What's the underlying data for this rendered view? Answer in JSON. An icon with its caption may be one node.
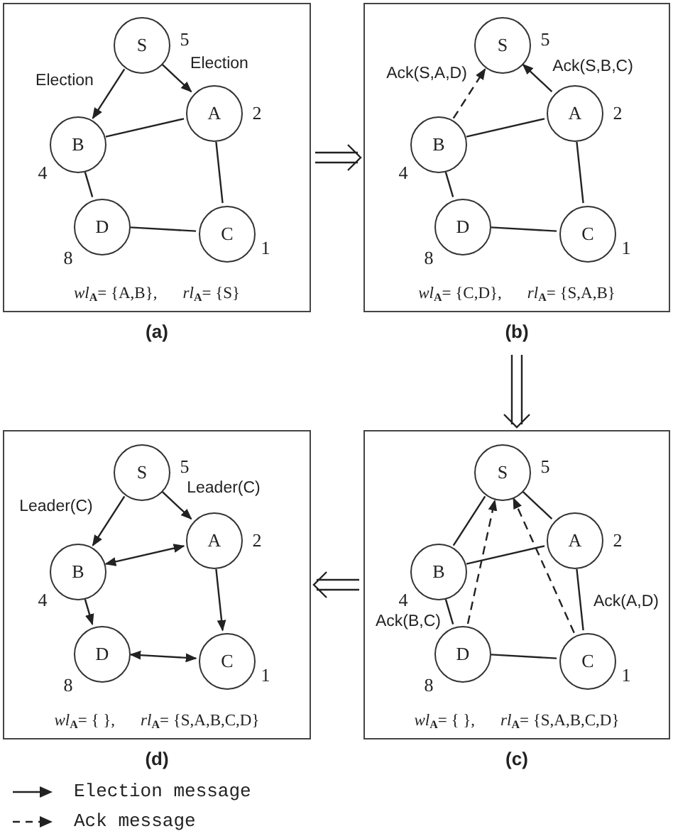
{
  "diagram": {
    "nodes": [
      {
        "text": [
          "*wl*$_{A}$= {A,B},",
          "*rl*$_{A}$= {S}"
        ],
        "beside": [
          "(a)"
        ]
      },
      {
        "text": [
          "S"
        ],
        "in": 0,
        "beside": [
          "5"
        ]
      },
      {
        "text": [
          "A"
        ],
        "in": 0,
        "beside": [
          "2"
        ]
      },
      {
        "text": [
          "B"
        ],
        "in": 0,
        "beside": [
          "4"
        ]
      },
      {
        "text": [
          "D"
        ],
        "in": 0,
        "beside": [
          "8"
        ]
      },
      {
        "text": [
          "C"
        ],
        "in": 0,
        "beside": [
          "1"
        ]
      },
      {
        "text": [
          "*wl*$_{A}$= {C,D},",
          "*rl*$_{A}$= {S,A,B}"
        ],
        "beside": [
          "(b)"
        ]
      },
      {
        "text": [
          "S"
        ],
        "in": 6,
        "beside": [
          "5"
        ]
      },
      {
        "text": [
          "A"
        ],
        "in": 6,
        "beside": [
          "2"
        ]
      },
      {
        "text": [
          "B"
        ],
        "in": 6,
        "beside": [
          "4"
        ]
      },
      {
        "text": [
          "D"
        ],
        "in": 6,
        "beside": [
          "8"
        ]
      },
      {
        "text": [
          "C"
        ],
        "in": 6,
        "beside": [
          "1"
        ]
      },
      {
        "text": [
          "*wl*$_{A}$= { },",
          "*rl*$_{A}$= {S,A,B,C,D}"
        ],
        "beside": [
          "(d)"
        ]
      },
      {
        "text": [
          "S"
        ],
        "in": 12,
        "beside": [
          "5"
        ]
      },
      {
        "text": [
          "A"
        ],
        "in": 12,
        "beside": [
          "2"
        ]
      },
      {
        "text": [
          "B"
        ],
        "in": 12,
        "beside": [
          "4"
        ]
      },
      {
        "text": [
          "D"
        ],
        "in": 12,
        "beside": [
          "8"
        ]
      },
      {
        "text": [
          "C"
        ],
        "in": 12,
        "beside": [
          "1"
        ]
      },
      {
        "text": [
          "*wl*$_{A}$= { },",
          "*rl*$_{A}$= {S,A,B,C,D}"
        ],
        "beside": [
          "(c)"
        ]
      },
      {
        "text": [
          "S"
        ],
        "in": 18,
        "beside": [
          "5"
        ]
      },
      {
        "text": [
          "A"
        ],
        "in": 18,
        "beside": [
          "2"
        ]
      },
      {
        "text": [
          "B"
        ],
        "in": 18,
        "beside": [
          "4"
        ]
      },
      {
        "text": [
          "D"
        ],
        "in": 18,
        "beside": [
          "8"
        ]
      },
      {
        "text": [
          "C"
        ],
        "in": 18,
        "beside": [
          "1"
        ]
      }
    ],
    "edges": [
      {
        "from": 1,
        "to": 3,
        "arrow": "to",
        "label": "Election"
      },
      {
        "from": 1,
        "to": 2,
        "arrow": "to",
        "label": "Election"
      },
      {
        "from": 3,
        "to": 2,
        "arrow": "none"
      },
      {
        "from": 3,
        "to": 4,
        "arrow": "none"
      },
      {
        "from": 2,
        "to": 5,
        "arrow": "none"
      },
      {
        "from": 4,
        "to": 5,
        "arrow": "none"
      },
      {
        "from": 9,
        "to": 7,
        "arrow": "to",
        "label": "Ack(S,A,D)",
        "style": "dashed"
      },
      {
        "from": 8,
        "to": 7,
        "arrow": "to",
        "label": "Ack(S,B,C)"
      },
      {
        "from": 9,
        "to": 8,
        "arrow": "none"
      },
      {
        "from": 9,
        "to": 10,
        "arrow": "none"
      },
      {
        "from": 8,
        "to": 11,
        "arrow": "none"
      },
      {
        "from": 10,
        "to": 11,
        "arrow": "none"
      },
      {
        "from": 0,
        "to": 6,
        "arrow": "to"
      },
      {
        "from": 6,
        "to": 18,
        "arrow": "to"
      },
      {
        "from": 18,
        "to": 12,
        "arrow": "to"
      },
      {
        "from": 19,
        "to": 21,
        "arrow": "none"
      },
      {
        "from": 19,
        "to": 20,
        "arrow": "none"
      },
      {
        "from": 21,
        "to": 20,
        "arrow": "none"
      },
      {
        "from": 21,
        "to": 22,
        "arrow": "none",
        "label": "Ack(B,C)"
      },
      {
        "from": 20,
        "to": 23,
        "arrow": "none"
      },
      {
        "from": 22,
        "to": 23,
        "arrow": "none"
      },
      {
        "from": 22,
        "to": 19,
        "arrow": "to",
        "style": "dashed"
      },
      {
        "from": 23,
        "to": 19,
        "arrow": "to",
        "label": "Ack(A,D)",
        "style": "dashed"
      },
      {
        "from": 13,
        "to": 15,
        "arrow": "to",
        "label": "Leader(C)"
      },
      {
        "from": 13,
        "to": 14,
        "arrow": "to",
        "label": "Leader(C)"
      },
      {
        "from": 15,
        "to": 14,
        "arrow": "both"
      },
      {
        "from": 15,
        "to": 16,
        "arrow": "to"
      },
      {
        "from": 14,
        "to": 17,
        "arrow": "to"
      },
      {
        "from": 16,
        "to": 17,
        "arrow": "both"
      }
    ],
    "legend": [
      {
        "text": "Election message"
      },
      {
        "text": "Ack message"
      }
    ]
  }
}
